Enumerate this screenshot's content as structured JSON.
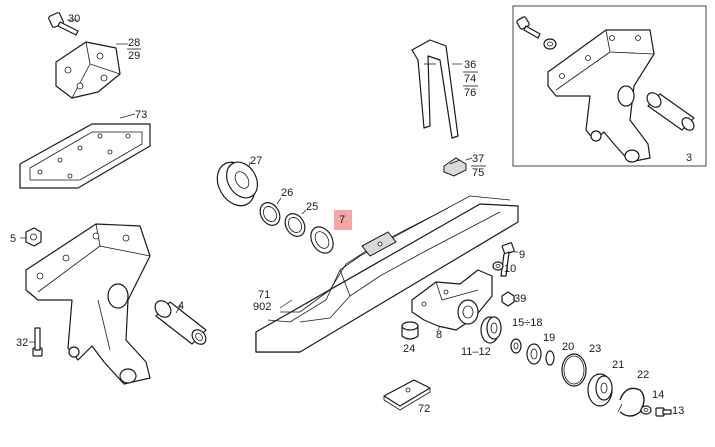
{
  "highlight_color": "#f4a6a6",
  "labels": {
    "l30": "30",
    "l28": "28",
    "l29": "29",
    "l73": "73",
    "l5": "5",
    "l4": "4",
    "l32": "32",
    "l27": "27",
    "l26": "26",
    "l25": "25",
    "l7": "7",
    "l71": "71",
    "l902": "902",
    "l36": "36",
    "l74": "74",
    "l76": "76",
    "l37": "37",
    "l75": "75",
    "l3": "3",
    "l9": "9",
    "l10": "10",
    "l39": "39",
    "l8": "8",
    "l24": "24",
    "l15_18": "15÷18",
    "l11_12": "11–12",
    "l19": "19",
    "l20": "20",
    "l23": "23",
    "l21": "21",
    "l22": "22",
    "l14": "14",
    "l13": "13",
    "l72": "72"
  }
}
